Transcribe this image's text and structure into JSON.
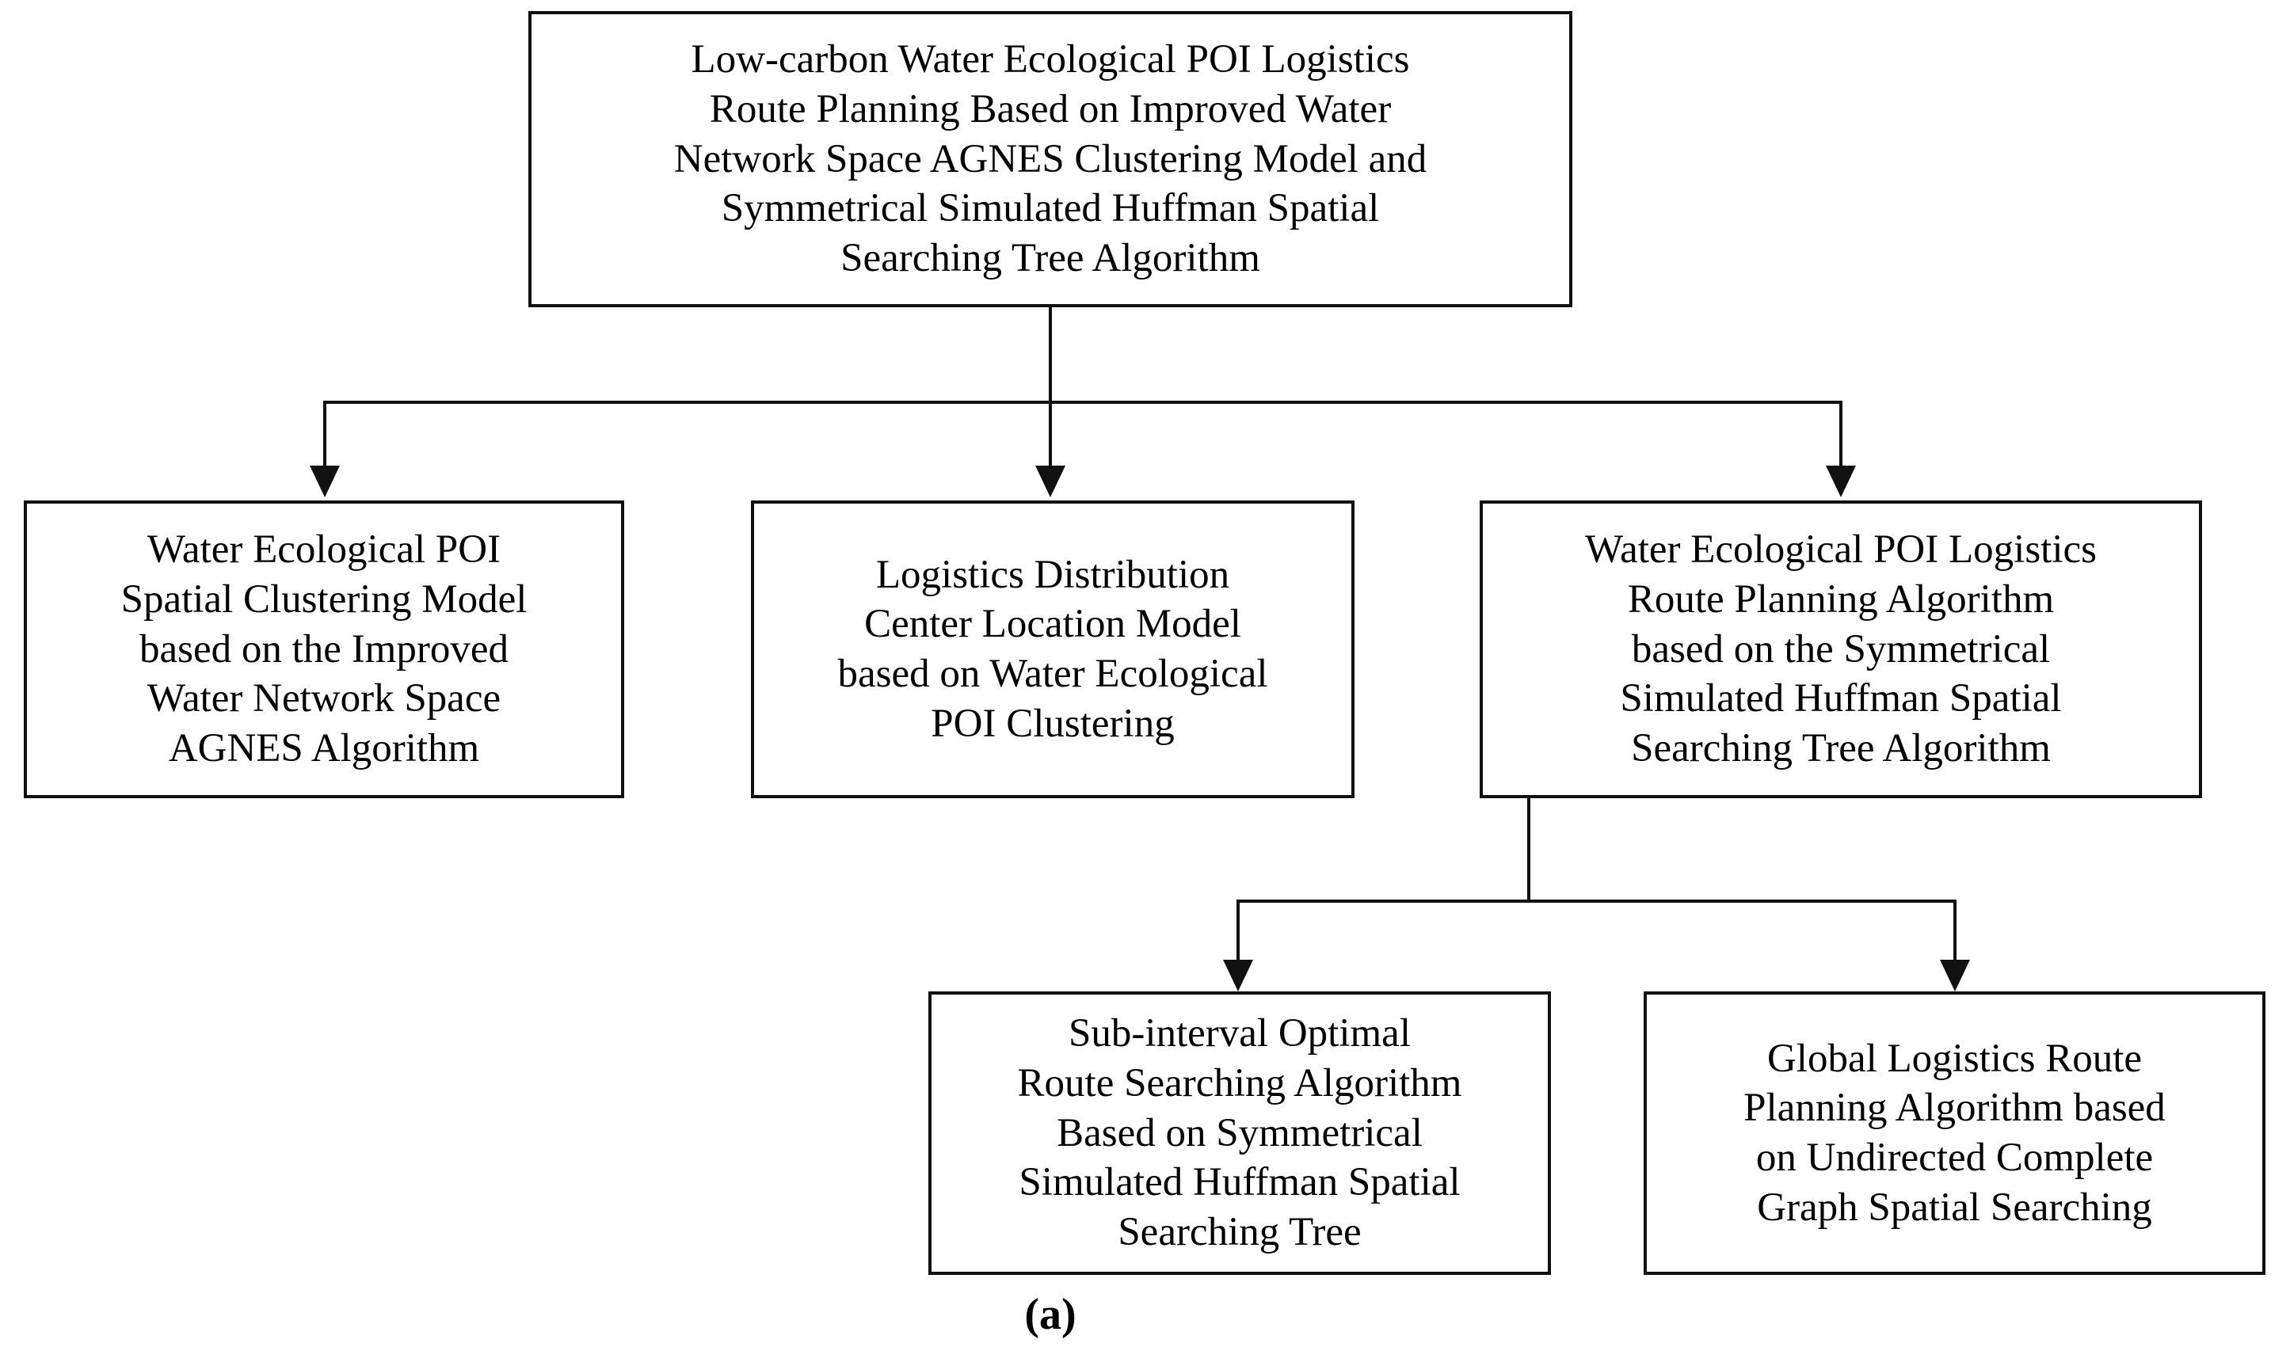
{
  "figure": {
    "caption": "(a)",
    "colors": {
      "stroke": "#111111",
      "background": "#ffffff",
      "text": "#000000"
    }
  },
  "nodes": {
    "root": {
      "id": "root",
      "lines": [
        "Low-carbon Water Ecological POI Logistics",
        "Route Planning Based on Improved Water",
        "Network Space AGNES Clustering Model and",
        "Symmetrical Simulated Huffman Spatial",
        "Searching Tree Algorithm"
      ]
    },
    "l2a": {
      "id": "water-ecological-poi-spatial-clustering-model",
      "lines": [
        "Water Ecological POI",
        "Spatial Clustering Model",
        "based on the Improved",
        "Water Network Space",
        "AGNES Algorithm"
      ]
    },
    "l2b": {
      "id": "logistics-distribution-center-location-model",
      "lines": [
        "Logistics Distribution",
        "Center Location Model",
        "based on Water Ecological",
        "POI Clustering"
      ]
    },
    "l2c": {
      "id": "water-ecological-poi-logistics-route-planning-algorithm",
      "lines": [
        "Water Ecological POI Logistics",
        "Route Planning Algorithm",
        "based on the Symmetrical",
        "Simulated Huffman Spatial",
        "Searching Tree Algorithm"
      ]
    },
    "l3a": {
      "id": "sub-interval-optimal-route-searching-algorithm",
      "lines": [
        "Sub-interval Optimal",
        "Route Searching Algorithm",
        "Based on Symmetrical",
        "Simulated Huffman Spatial",
        "Searching Tree"
      ]
    },
    "l3b": {
      "id": "global-logistics-route-planning-algorithm",
      "lines": [
        "Global Logistics Route",
        "Planning Algorithm based",
        "on Undirected Complete",
        "Graph Spatial Searching"
      ]
    }
  },
  "edges": [
    {
      "from": "root",
      "to": "l2a",
      "style": "orthogonal-arrow"
    },
    {
      "from": "root",
      "to": "l2b",
      "style": "orthogonal-arrow"
    },
    {
      "from": "root",
      "to": "l2c",
      "style": "orthogonal-arrow"
    },
    {
      "from": "l2c",
      "to": "l3a",
      "style": "orthogonal-arrow"
    },
    {
      "from": "l2c",
      "to": "l3b",
      "style": "orthogonal-arrow"
    }
  ]
}
